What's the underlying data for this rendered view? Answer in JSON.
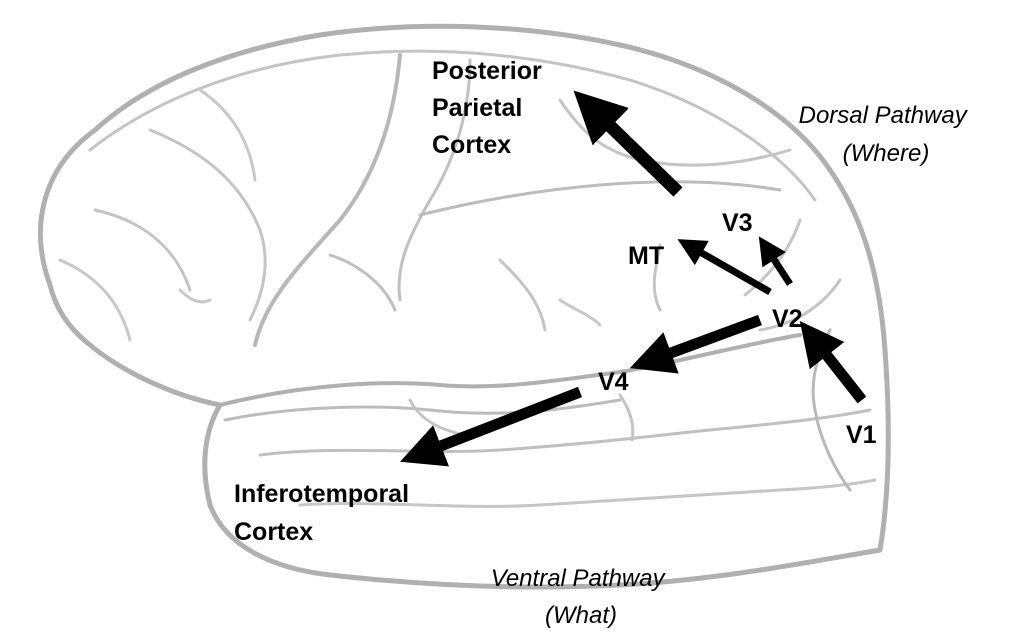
{
  "colors": {
    "brain_outline": "#b0b0b0",
    "arrow": "#000000",
    "text": "#000000",
    "background": "#ffffff"
  },
  "labels": {
    "posterior_parietal": [
      "Posterior",
      "Parietal",
      "Cortex"
    ],
    "mt": "MT",
    "v3": "V3",
    "v2": "V2",
    "v4": "V4",
    "v1": "V1",
    "inferotemporal": [
      "Inferotemporal",
      "Cortex"
    ]
  },
  "pathways": {
    "dorsal": [
      "Dorsal Pathway",
      "(Where)"
    ],
    "ventral": [
      "Ventral Pathway",
      "(What)"
    ]
  },
  "connections": [
    {
      "from": "V1",
      "to": "V2"
    },
    {
      "from": "V2",
      "to": "V3"
    },
    {
      "from": "V2",
      "to": "MT"
    },
    {
      "from": "V2",
      "to": "V4"
    },
    {
      "from": "V4",
      "to": "Inferotemporal Cortex"
    },
    {
      "from": "MT",
      "to": "Posterior Parietal Cortex"
    }
  ]
}
